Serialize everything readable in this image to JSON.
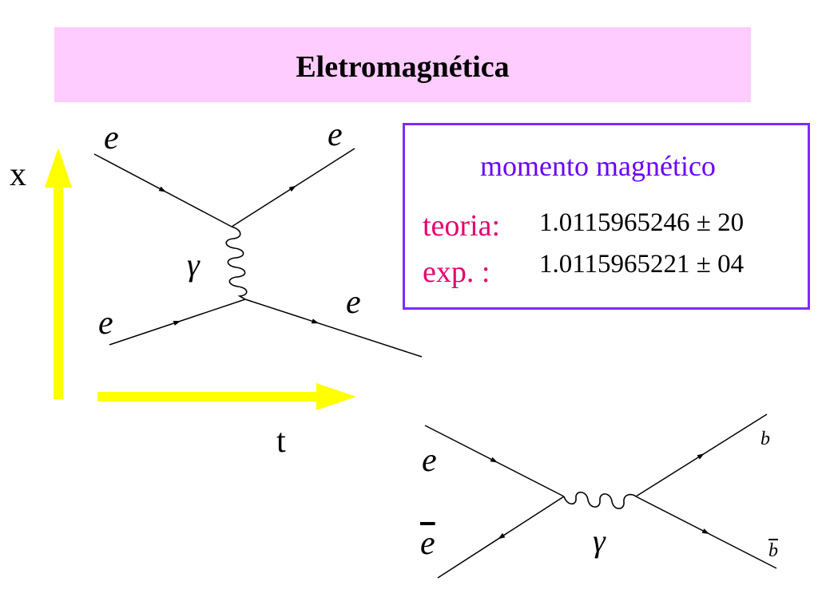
{
  "title": "Eletromagnética",
  "axes": {
    "x_label": "x",
    "t_label": "t",
    "color": "#ffff00"
  },
  "diagram_scattering": {
    "label_in_top": "e",
    "label_in_bottom": "e",
    "label_out_top": "e",
    "label_out_bottom": "e",
    "boson": "γ"
  },
  "diagram_annihilation": {
    "label_in_top": "e",
    "label_in_bottom": "e",
    "label_out_top": "b",
    "label_out_bottom": "b",
    "boson": "γ"
  },
  "magnetic_moment": {
    "title": "momento magnético",
    "rows": [
      {
        "label": "teoria:",
        "value": "1.0115965246 ± 20"
      },
      {
        "label": "exp. :",
        "value": "1.0115965221 ± 04"
      }
    ],
    "border_color": "#7b2cff",
    "title_color": "#6a00ff",
    "label_color": "#e6006e"
  }
}
